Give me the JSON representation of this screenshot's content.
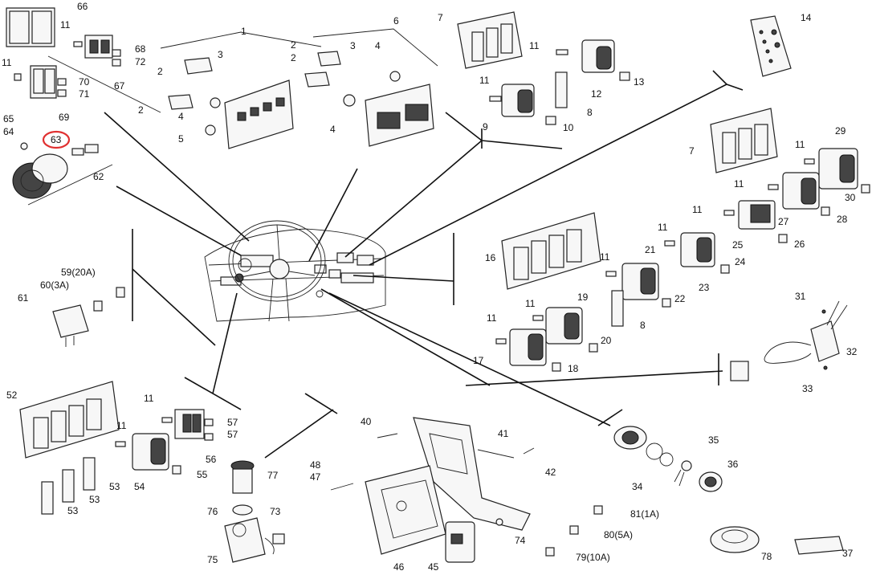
{
  "diagram": {
    "labels": {
      "p1": "1",
      "p2": "2",
      "p3": "3",
      "p4": "4",
      "p5": "5",
      "p6": "6",
      "p7": "7",
      "p8": "8",
      "p9": "9",
      "p10": "10",
      "p11": "11",
      "p12": "12",
      "p13": "13",
      "p14": "14",
      "p16": "16",
      "p17": "17",
      "p18": "18",
      "p19": "19",
      "p20": "20",
      "p21": "21",
      "p22": "22",
      "p23": "23",
      "p24": "24",
      "p25": "25",
      "p26": "26",
      "p27": "27",
      "p28": "28",
      "p29": "29",
      "p30": "30",
      "p31": "31",
      "p32": "32",
      "p33": "33",
      "p34": "34",
      "p35": "35",
      "p36": "36",
      "p37": "37",
      "p40": "40",
      "p41": "41",
      "p42": "42",
      "p45": "45",
      "p46": "46",
      "p47": "47",
      "p48": "48",
      "p52": "52",
      "p53": "53",
      "p54": "54",
      "p55": "55",
      "p56": "56",
      "p57": "57",
      "p59": "59(20A)",
      "p60": "60(3A)",
      "p61": "61",
      "p62": "62",
      "p63": "63",
      "p64": "64",
      "p65": "65",
      "p66": "66",
      "p67": "67",
      "p68": "68",
      "p69": "69",
      "p70": "70",
      "p71": "71",
      "p72": "72",
      "p73": "73",
      "p74": "74",
      "p75": "75",
      "p76": "76",
      "p77": "77",
      "p78": "78",
      "p79": "79(10A)",
      "p80": "80(5A)",
      "p81": "81(1A)"
    },
    "highlighted_part": "63",
    "highlight_color": "#e03030",
    "line_color": "#111111"
  }
}
